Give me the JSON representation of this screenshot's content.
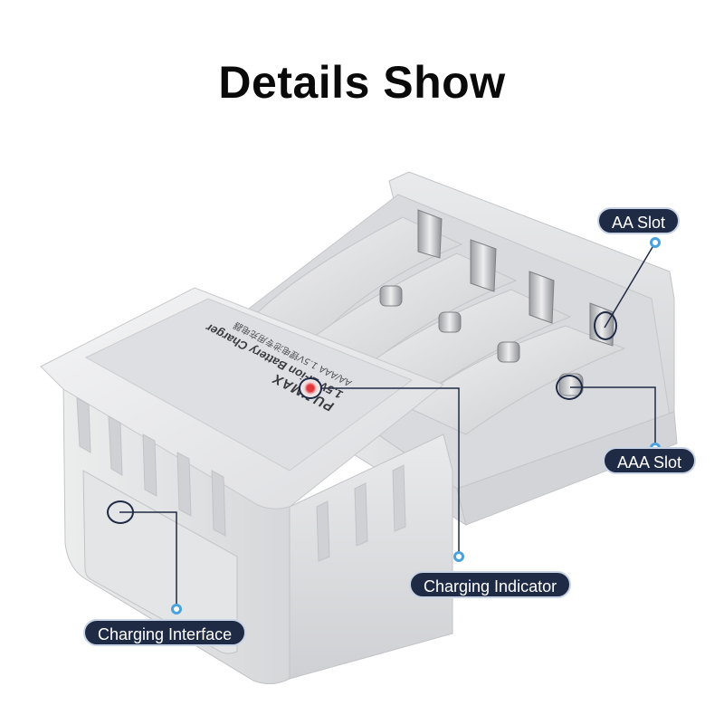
{
  "title": "Details Show",
  "labels": {
    "aa_slot": "AA Slot",
    "aaa_slot": "AAA Slot",
    "charging_indicator": "Charging Indicator",
    "charging_interface": "Charging Interface"
  },
  "device_label": {
    "brand": "PUJIMAX",
    "model": "1.5V Li-ion Battery Charger",
    "spec": "AA/AAA 1.5V锂电池专用充电器"
  },
  "colors": {
    "tag_background": "#1f2a44",
    "leader_line": "#1f2a44",
    "marker_ring": "#4aa3df",
    "indicator_led": "#e0383d",
    "charger_body": "#e6e7e9"
  }
}
